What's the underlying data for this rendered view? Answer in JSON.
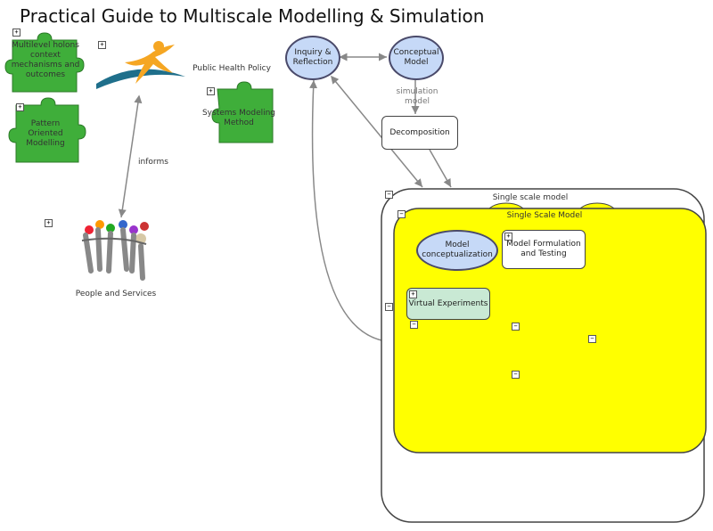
{
  "title": "Practical Guide to Multiscale Modelling & Simulation",
  "nodes": {
    "multilevel": "Multilevel holons context mechanisms and outcomes",
    "pattern": "Pattern Oriented Modelling",
    "public_health": "Public Health Policy",
    "systems": "Systems Modeling Method",
    "people": "People and Services",
    "inquiry": "Inquiry & Reflection",
    "conceptual": "Conceptual Model",
    "decomposition": "Decomposition",
    "single_scale_model": "Single scale model",
    "single_scale_model_inner": "Single Scale Model",
    "model_conceptualization": "Model conceptualization",
    "model_formulation": "Model Formulation and Testing",
    "virtual_experiments": "Virtual Experiments"
  },
  "edges": {
    "informs": "informs",
    "simulation_model": "simulation model"
  },
  "icons": [
    "puzzle-icon",
    "runner-logo-icon",
    "people-group-icon"
  ],
  "colors": {
    "puzzle_green": "#3fae3a",
    "yellow": "#ffff00",
    "light_blue": "#c6d9f7",
    "mint": "#c9e9d4"
  }
}
